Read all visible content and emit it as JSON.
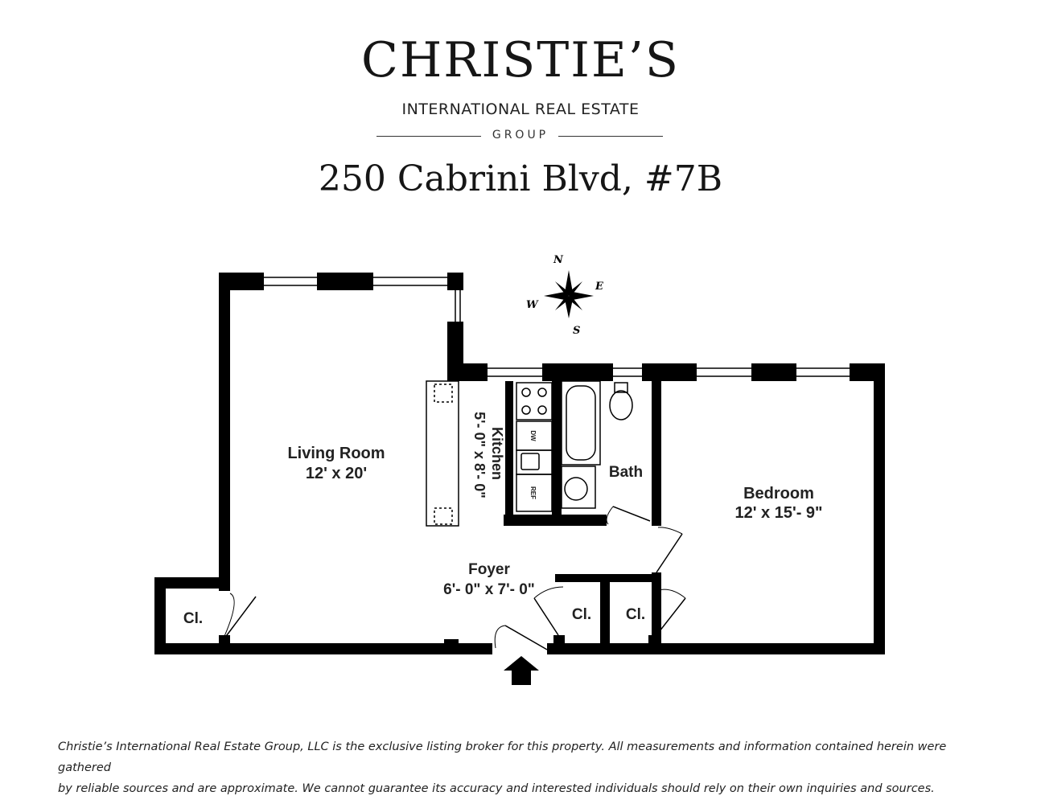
{
  "logo": {
    "name": "CHRISTIE’S",
    "subtitle": "INTERNATIONAL REAL ESTATE",
    "group": "GROUP"
  },
  "address": "250 Cabrini Blvd, #7B",
  "compass": {
    "n": "N",
    "e": "E",
    "s": "S",
    "w": "W"
  },
  "rooms": {
    "living_name": "Living Room",
    "living_size": "12' x 20'",
    "kitchen_name": "Kitchen",
    "kitchen_size": "5'- 0\" x 8'- 0\"",
    "bath_name": "Bath",
    "bedroom_name": "Bedroom",
    "bedroom_size": "12' x 15'- 9\"",
    "foyer_name": "Foyer",
    "foyer_size": "6'- 0\" x 7'- 0\"",
    "closet": "Cl.",
    "dw": "DW",
    "ref": "REF"
  },
  "disclaimer": {
    "line1": "Christie’s International Real Estate Group, LLC is the exclusive listing broker for this property. All measurements and information contained herein were gathered",
    "line2": "by reliable sources and are approximate.  We cannot guarantee its accuracy and interested individuals should rely on their own inquiries and sources."
  }
}
